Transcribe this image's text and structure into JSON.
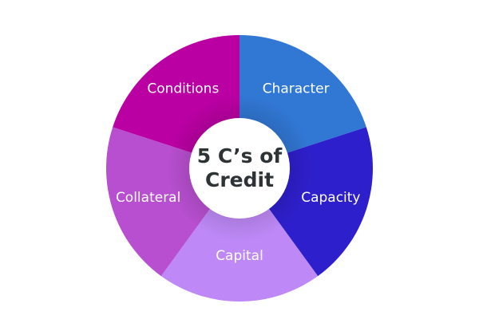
{
  "title_lines": [
    "5 C’s of",
    "Credit"
  ],
  "segments": [
    {
      "label": "Character",
      "color": "#3177D4"
    },
    {
      "label": "Capacity",
      "color": "#2E1FCC"
    },
    {
      "label": "Capital",
      "color": "#BE89F7"
    },
    {
      "label": "Collateral",
      "color": "#B84FD0"
    },
    {
      "label": "Conditions",
      "color": "#BA00A3"
    }
  ]
}
